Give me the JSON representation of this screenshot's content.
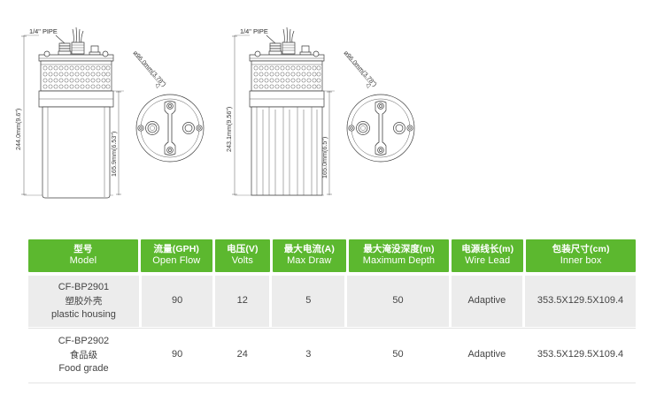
{
  "drawings": {
    "left_pump": {
      "name": "plastic-housing-pump-side-view",
      "callout_pipe": "1/4\" PIPE",
      "height_dim": "244.0mm(9.6\")",
      "body_dim": "165.9mm(6.53\")",
      "diameter_dim": "ø96.0mm(3.78\")"
    },
    "right_pump": {
      "name": "food-grade-pump-side-view",
      "callout_pipe": "1/4\" PIPE",
      "height_dim": "243.1mm(9.56\")",
      "body_dim": "165.0mm(6.5\")",
      "diameter_dim": "ø96.0mm(3.78\")"
    }
  },
  "table": {
    "accent_color": "#5cb82f",
    "row_shade_color": "#ececec",
    "columns": [
      {
        "cn": "型号",
        "en": "Model"
      },
      {
        "cn": "流量(GPH)",
        "en": "Open Flow"
      },
      {
        "cn": "电压(V)",
        "en": "Volts"
      },
      {
        "cn": "最大电流(A)",
        "en": "Max Draw"
      },
      {
        "cn": "最大淹没深度(m)",
        "en": "Maximum Depth"
      },
      {
        "cn": "电源线长(m)",
        "en": "Wire Lead"
      },
      {
        "cn": "包装尺寸(cm)",
        "en": "Inner box"
      }
    ],
    "rows": [
      {
        "model_code": "CF-BP2901",
        "model_cn": "塑胶外壳",
        "model_en": "plastic housing",
        "open_flow": "90",
        "volts": "12",
        "max_draw": "5",
        "max_depth": "50",
        "wire_lead": "Adaptive",
        "inner_box": "353.5X129.5X109.4"
      },
      {
        "model_code": "CF-BP2902",
        "model_cn": "食品级",
        "model_en": "Food grade",
        "open_flow": "90",
        "volts": "24",
        "max_draw": "3",
        "max_depth": "50",
        "wire_lead": "Adaptive",
        "inner_box": "353.5X129.5X109.4"
      }
    ]
  }
}
